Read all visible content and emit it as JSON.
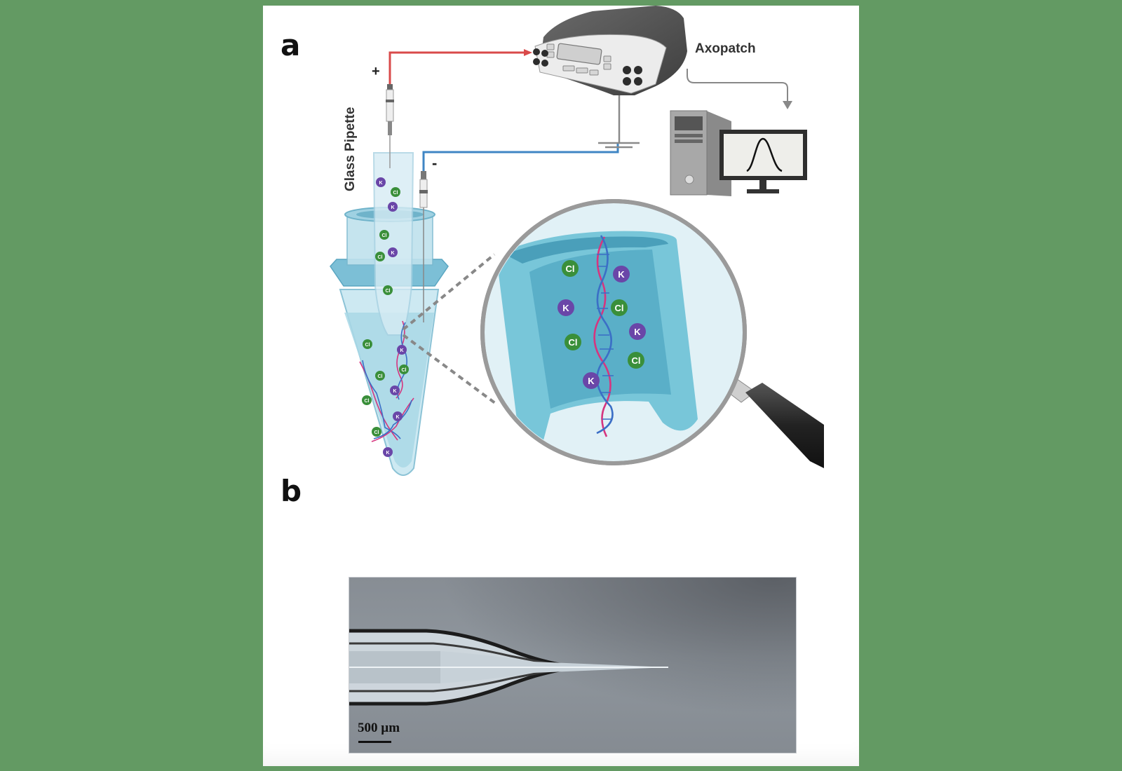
{
  "figure": {
    "panel_a": {
      "letter": "a",
      "labels": {
        "pipette": "Glass Pipette",
        "amplifier": "Axopatch",
        "positive": "+",
        "negative": "-"
      },
      "ions": {
        "potassium": "K",
        "chloride": "Cl"
      },
      "colors": {
        "positive_wire": "#d94a4a",
        "negative_wire": "#3f86c4",
        "potassium_ion": "#6a46a8",
        "chloride_ion": "#3a8f3a",
        "dna_strand_a": "#d6357f",
        "dna_strand_b": "#3b6fc6",
        "solution": "#a9d8e6",
        "nanopore": "#7fcde0"
      }
    },
    "panel_b": {
      "letter": "b",
      "scale_bar_label": "500 µm"
    }
  }
}
